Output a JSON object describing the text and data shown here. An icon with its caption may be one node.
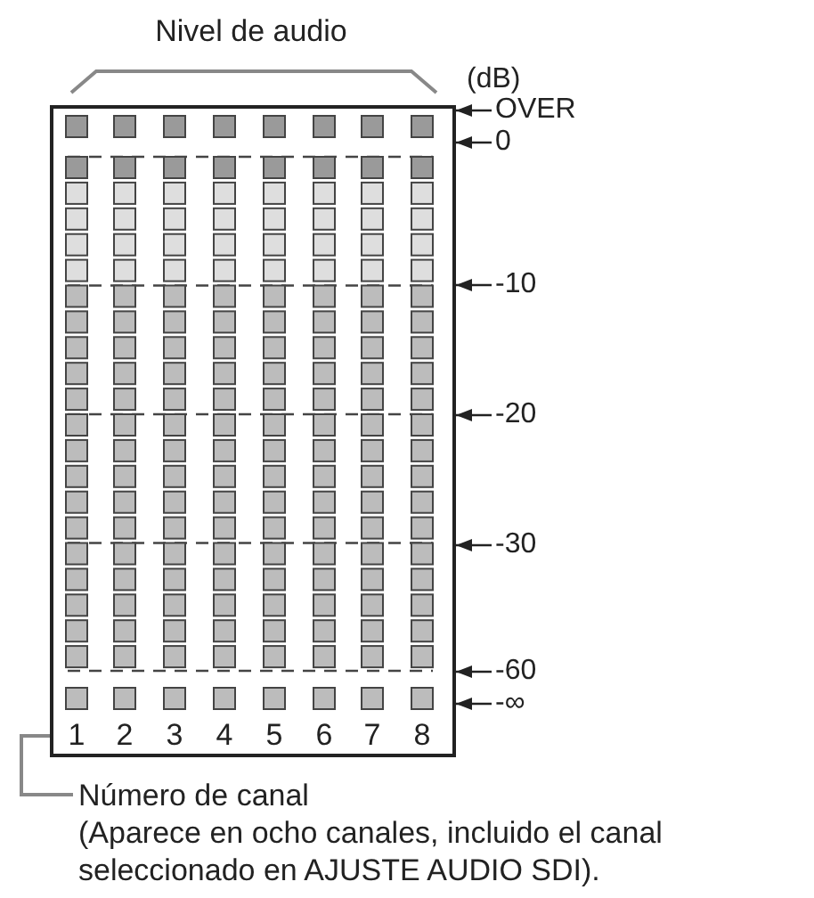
{
  "diagram": {
    "nodes": [
      {
        "text": [],
        "shape": "box"
      },
      {
        "text": [
          "OVER"
        ]
      },
      {
        "text": [
          "0"
        ]
      },
      {
        "text": [
          "-10"
        ]
      },
      {
        "text": [
          "-20"
        ]
      },
      {
        "text": [
          "-30"
        ]
      },
      {
        "text": [
          "-60"
        ]
      },
      {
        "text": [
          "-∞"
        ]
      },
      {
        "text": [
          "Número de canal",
          "(Aparece en ocho canales, incluido el canal seleccionado en AJUSTE AUDIO SDI)."
        ]
      }
    ],
    "edges": [
      {
        "from": 1,
        "to": 0,
        "arrow": "to"
      },
      {
        "from": 2,
        "to": 0,
        "arrow": "to"
      },
      {
        "from": 3,
        "to": 0,
        "arrow": "to"
      },
      {
        "from": 4,
        "to": 0,
        "arrow": "to"
      },
      {
        "from": 5,
        "to": 0,
        "arrow": "to"
      },
      {
        "from": 6,
        "to": 0,
        "arrow": "to"
      },
      {
        "from": 7,
        "to": 0,
        "arrow": "to"
      },
      {
        "from": 8,
        "to": 0,
        "arrow": "none",
        "color": "#888888"
      }
    ],
    "labels": [
      "Nivel de audio",
      "(dB)",
      "1",
      "2",
      "3",
      "4",
      "5",
      "6",
      "7",
      "8"
    ]
  }
}
